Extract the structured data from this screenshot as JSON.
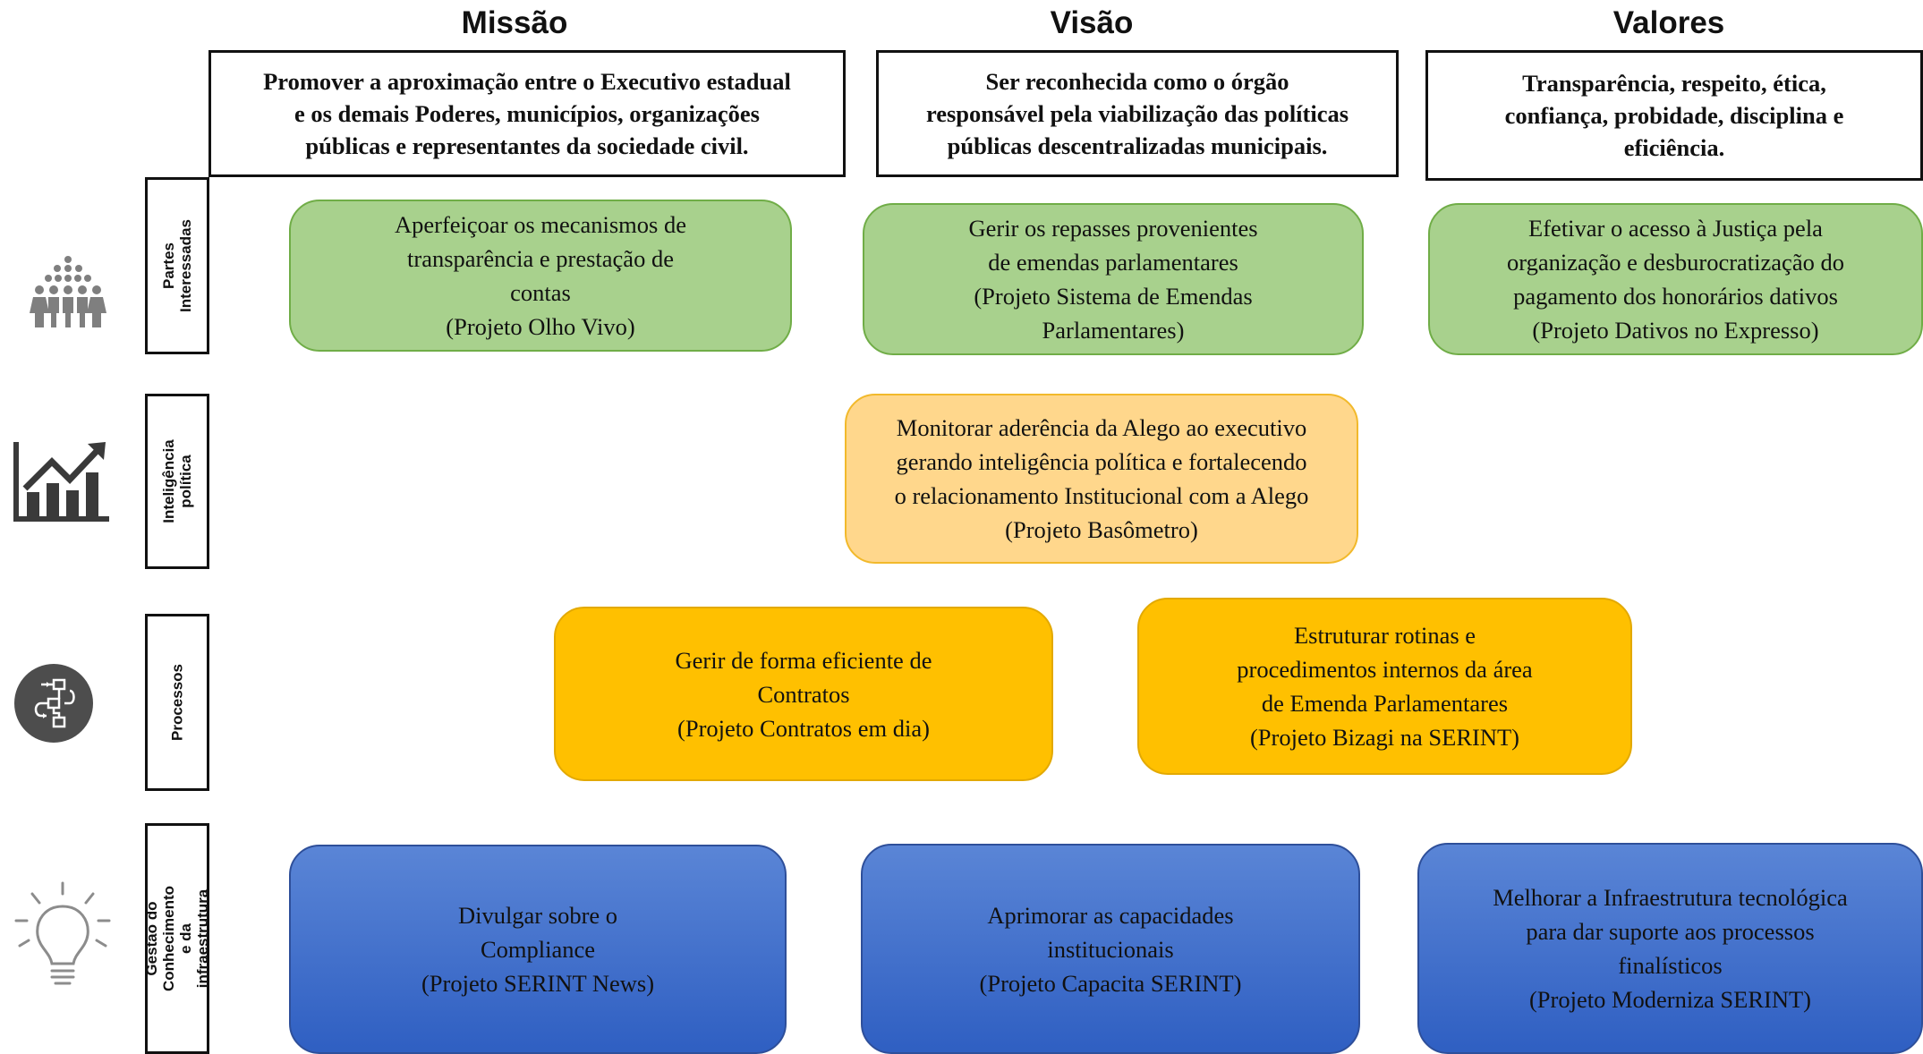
{
  "headers": {
    "missao": "Missão",
    "visao": "Visão",
    "valores": "Valores"
  },
  "top": {
    "missao": "Promover a aproximação entre o Executivo estadual\ne os demais Poderes, municípios, organizações\npúblicas e representantes da sociedade civil.",
    "visao": "Ser reconhecida como o órgão\nresponsável pela viabilização das políticas\npúblicas descentralizadas municipais.",
    "valores": "Transparência, respeito, ética,\nconfiança,  probidade, disciplina e\neficiência."
  },
  "rows": [
    {
      "label": "Partes\nInteressadas",
      "icon": "people-group-icon"
    },
    {
      "label": "Inteligência\npolítica",
      "icon": "chart-growth-icon"
    },
    {
      "label": "Processos",
      "icon": "process-flow-icon"
    },
    {
      "label": "Gestão do\nConhecimento e da\ninfraestrutura",
      "icon": "lightbulb-icon"
    }
  ],
  "boxes": {
    "olho_vivo": "Aperfeiçoar os mecanismos de\ntransparência  e prestação de\ncontas\n(Projeto Olho Vivo)",
    "emendas": "Gerir os repasses provenientes\nde emendas parlamentares\n(Projeto Sistema de Emendas\nParlamentares)",
    "dativos": "Efetivar o acesso à Justiça pela\norganização e desburocratização do\npagamento dos honorários dativos\n(Projeto Dativos no Expresso)",
    "basometro": "Monitorar aderência da Alego ao executivo\n gerando inteligência política e fortalecendo\no relacionamento Institucional com a Alego\n(Projeto Basômetro)",
    "contratos": "Gerir de forma eficiente de\nContratos\n(Projeto Contratos em dia)",
    "bizagi": "Estruturar rotinas e\nprocedimentos internos da área\nde Emenda Parlamentares\n(Projeto Bizagi na SERINT)",
    "news": "Divulgar sobre o\nCompliance\n(Projeto SERINT News)",
    "capacita": "Aprimorar as capacidades\ninstitucionais\n(Projeto Capacita SERINT)",
    "moderniza": "Melhorar a Infraestrutura tecnológica\npara dar suporte aos processos\nfinalísticos\n(Projeto Moderniza SERINT)"
  },
  "colors": {
    "green": "#a8d18d",
    "light_orange": "#ffd78c",
    "orange": "#ffc000",
    "blue": "#4472c4"
  }
}
